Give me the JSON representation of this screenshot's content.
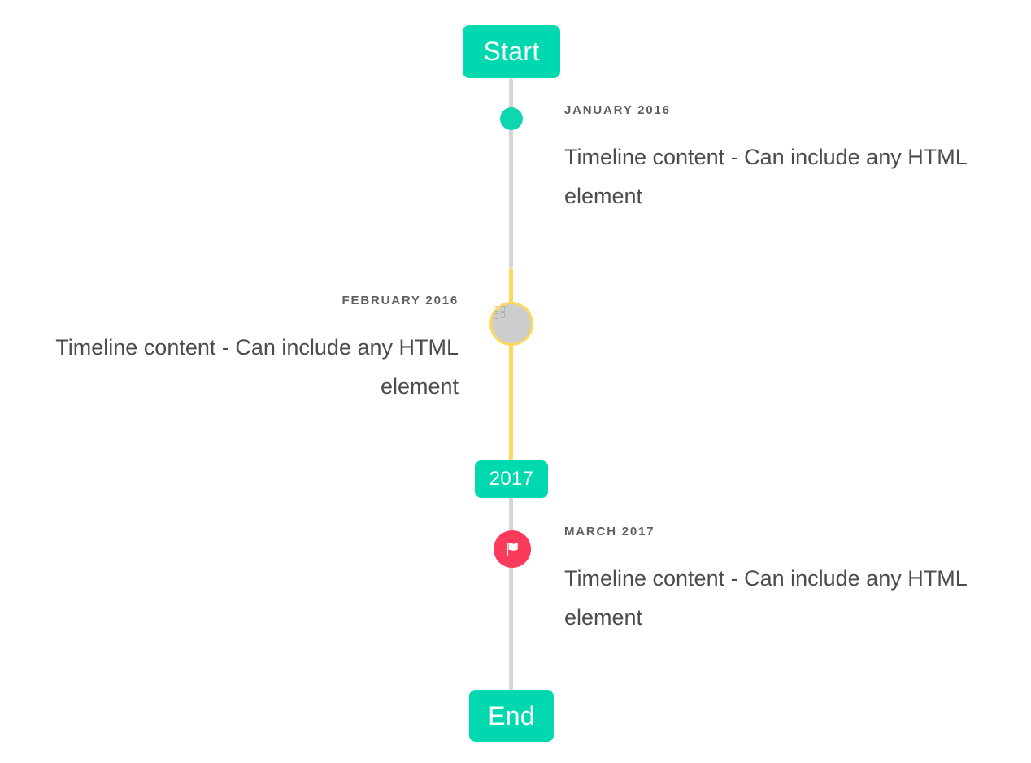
{
  "timeline": {
    "start_label": "Start",
    "end_label": "End",
    "year_marker_label": "2017",
    "colors": {
      "accent_green": "#00d9b0",
      "axis_gray": "#d6d6d6",
      "axis_yellow": "#fcd95b",
      "marker_pink": "#fb3b5c",
      "marker_gray": "#cdcdcd",
      "date_text": "#5f5f5f",
      "body_text": "#4c4c4c"
    },
    "events": [
      {
        "date": "JANUARY 2016",
        "body": "Timeline content - Can include any HTML element",
        "side": "right",
        "marker_icon": "dot-icon",
        "marker_color": "#0dd6b0"
      },
      {
        "date": "FEBRUARY 2016",
        "body": "Timeline content - Can include any HTML element",
        "side": "left",
        "marker_icon": "broken-image-icon",
        "marker_color": "#cdcdcd"
      },
      {
        "date": "MARCH 2017",
        "body": "Timeline content - Can include any HTML element",
        "side": "right",
        "marker_icon": "flag-icon",
        "marker_color": "#fb3b5c"
      }
    ]
  }
}
